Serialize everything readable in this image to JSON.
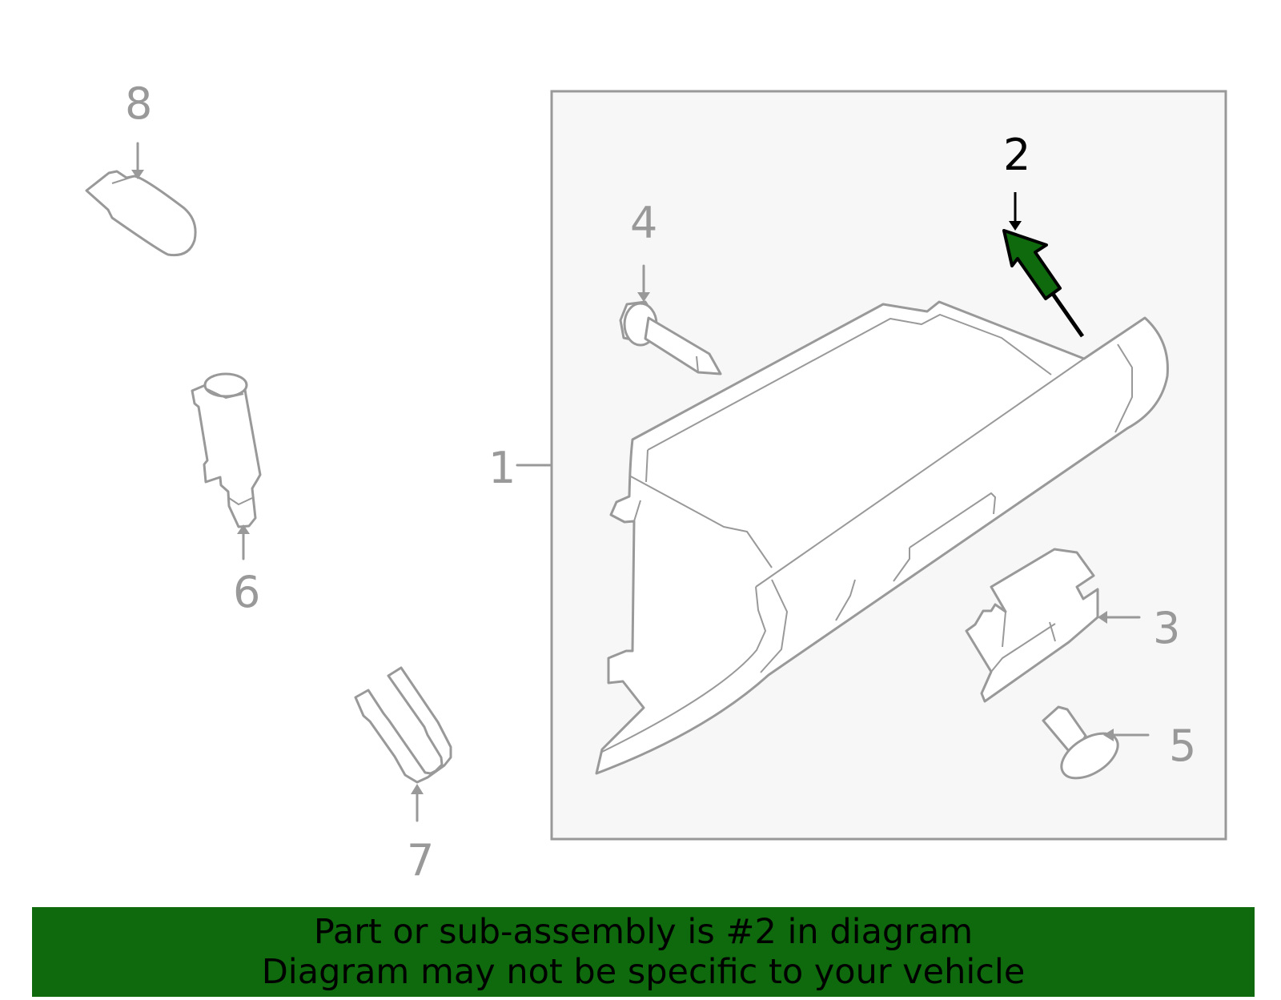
{
  "callouts": {
    "c1": "1",
    "c2": "2",
    "c3": "3",
    "c4": "4",
    "c5": "5",
    "c6": "6",
    "c7": "7",
    "c8": "8"
  },
  "highlight": {
    "part_number": "2",
    "color": "#0f6a0d"
  },
  "caption": {
    "line1": "Part or sub-assembly is #2 in diagram",
    "line2": "Diagram may not be specific to your vehicle"
  },
  "colors": {
    "outline": "#999999",
    "panel": "#f7f7f7",
    "caption_bg": "#0f6a0d"
  }
}
